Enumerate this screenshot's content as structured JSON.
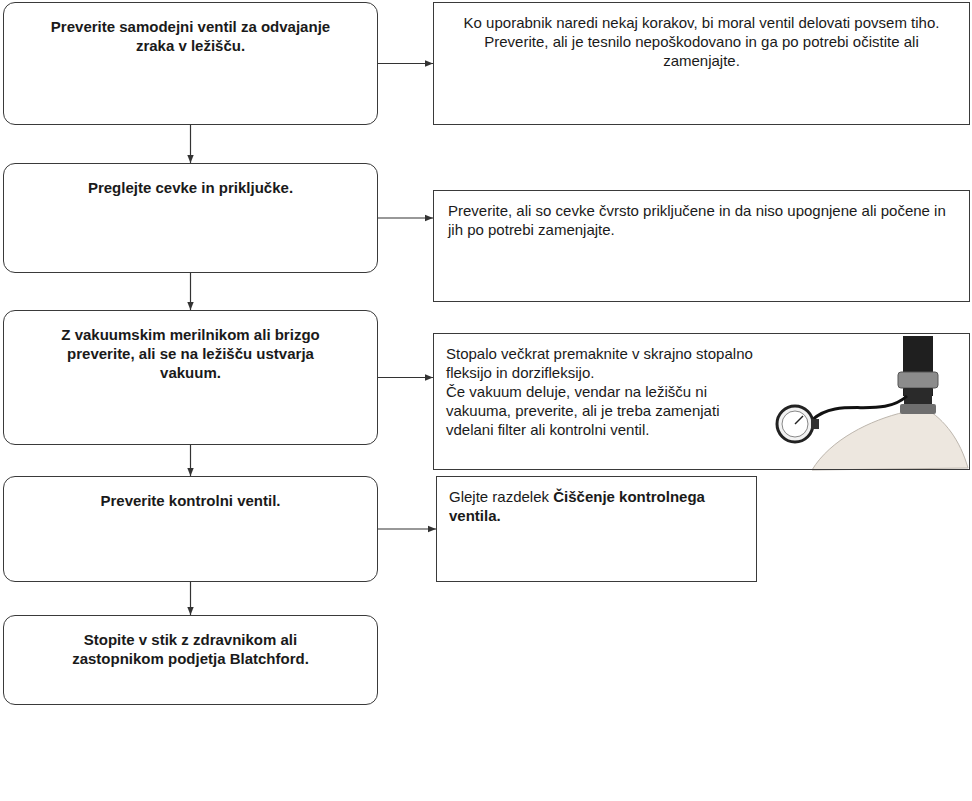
{
  "diagram": {
    "nodes": [
      {
        "text": [
          "Preverite samodejni ventil za odvajanje zraka v ležišču."
        ]
      },
      {
        "text": [
          "Ko uporabnik naredi nekaj korakov, bi moral ventil delovati povsem tiho. Preverite, ali je tesnilo nepoškodovano in ga po potrebi očistite ali zamenjajte."
        ]
      },
      {
        "text": [
          "Preglejte cevke in priključke."
        ]
      },
      {
        "text": [
          "Preverite, ali so cevke čvrsto priključene in da niso upognjene ali počene in jih po potrebi zamenjajte."
        ]
      },
      {
        "text": [
          "Z vakuumskim merilnikom ali brizgo preverite, ali se na ležišču ustvarja vakuum."
        ]
      },
      {
        "text": [
          "Stopalo večkrat premaknite v skrajno stopalno fleksijo in dorzifleksijo.",
          "Če vakuum deluje, vendar na ležišču ni vakuuma, preverite, ali je treba zamenjati vdelani filter ali kontrolni ventil."
        ]
      },
      {
        "text": [
          "Preverite kontrolni ventil."
        ]
      },
      {
        "text": [
          "Glejte razdelek",
          "Čiščenje kontrolnega ventila."
        ]
      },
      {
        "text": [
          "Stopite v stik z zdravnikom ali zastopnikom podjetja Blatchford."
        ]
      }
    ],
    "edges": [
      {
        "from": 0,
        "to": 2,
        "arrow": "to"
      },
      {
        "from": 2,
        "to": 4,
        "arrow": "to"
      },
      {
        "from": 4,
        "to": 6,
        "arrow": "to"
      },
      {
        "from": 6,
        "to": 8,
        "arrow": "to"
      },
      {
        "from": 0,
        "to": 1,
        "arrow": "to"
      },
      {
        "from": 2,
        "to": 3,
        "arrow": "to"
      },
      {
        "from": 4,
        "to": 5,
        "arrow": "to"
      },
      {
        "from": 6,
        "to": 7,
        "arrow": "to"
      }
    ]
  }
}
